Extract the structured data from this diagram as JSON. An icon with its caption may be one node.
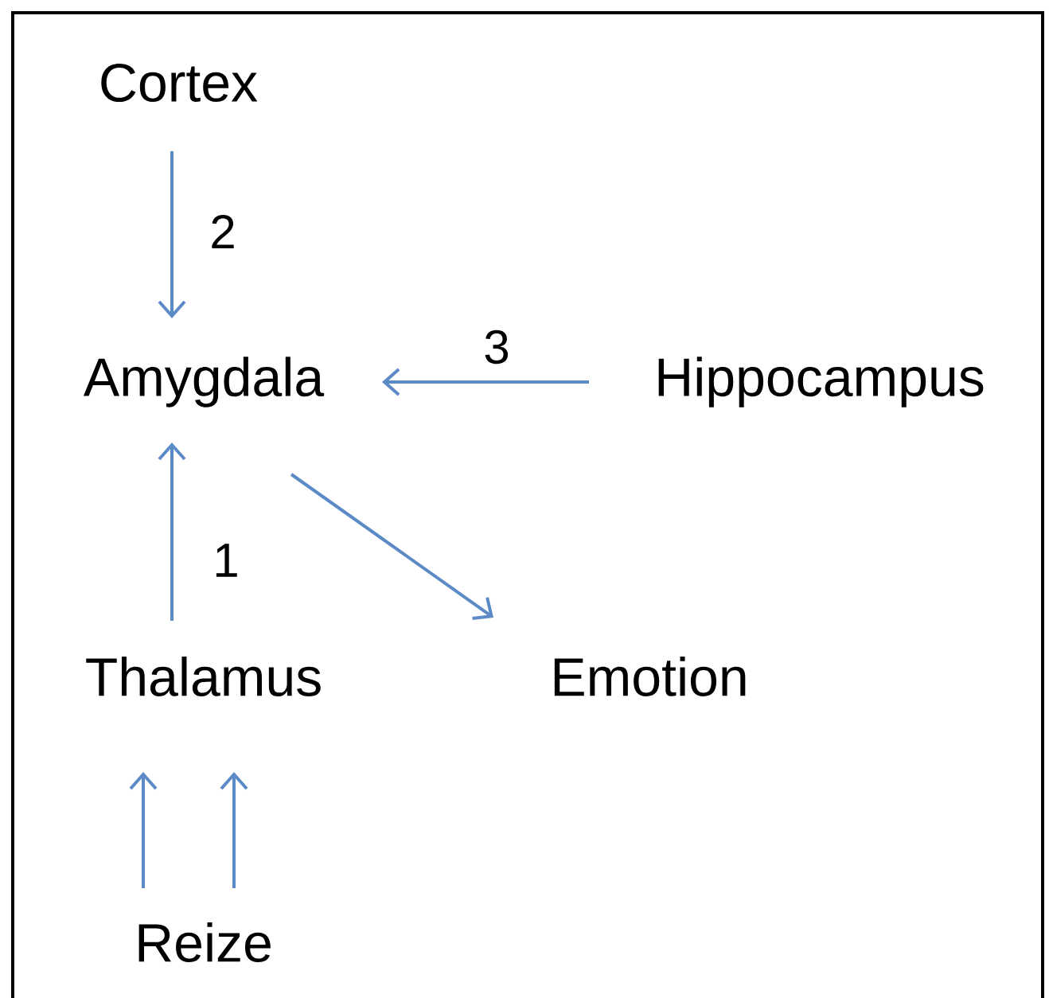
{
  "diagram": {
    "nodes": [
      {
        "text": [
          "Cortex"
        ]
      },
      {
        "text": [
          "Amygdala"
        ]
      },
      {
        "text": [
          "Hippocampus"
        ]
      },
      {
        "text": [
          "Thalamus"
        ]
      },
      {
        "text": [
          "Emotion"
        ]
      },
      {
        "text": [
          "Reize"
        ]
      }
    ],
    "edges": [
      {
        "from": 0,
        "to": 1,
        "arrow": "to",
        "label": "2"
      },
      {
        "from": 2,
        "to": 1,
        "arrow": "to",
        "label": "3"
      },
      {
        "from": 3,
        "to": 1,
        "arrow": "to",
        "label": "1"
      },
      {
        "from": 1,
        "to": 4,
        "arrow": "to"
      },
      {
        "from": 5,
        "to": 3,
        "arrow": "to"
      },
      {
        "from": 5,
        "to": 3,
        "arrow": "to"
      }
    ]
  }
}
